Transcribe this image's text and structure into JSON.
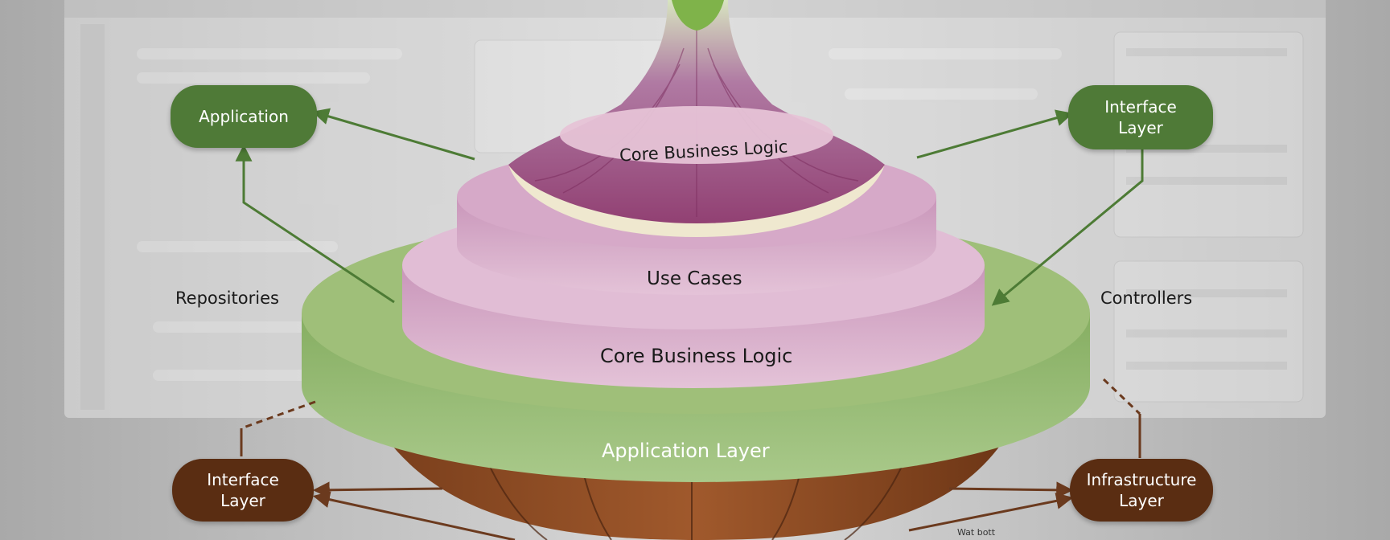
{
  "diagram": {
    "nodes": {
      "application": "Application",
      "interface_top": [
        "Interface",
        "Layer"
      ],
      "interface_bottom": [
        "Interface",
        "Layer"
      ],
      "infrastructure": [
        "Infrastructure",
        "Layer"
      ]
    },
    "labels": {
      "repositories": "Repositories",
      "controllers": "Controllers",
      "top_core": "Core Business Logic",
      "use_cases": "Use Cases",
      "mid_core": "Core Business Logic",
      "application_layer": "Application Layer",
      "bottom_note": "Wat bott"
    },
    "colors": {
      "background": "#b9b9b9",
      "green_node": "#4f7a37",
      "brown_node": "#5a2d12",
      "green_layer": "#9fbf79",
      "pink_layer": "#dcb3cf",
      "onion_purple": "#a0487c",
      "arrow_green": "#4d7b35",
      "arrow_brown": "#6b3a1e"
    }
  }
}
